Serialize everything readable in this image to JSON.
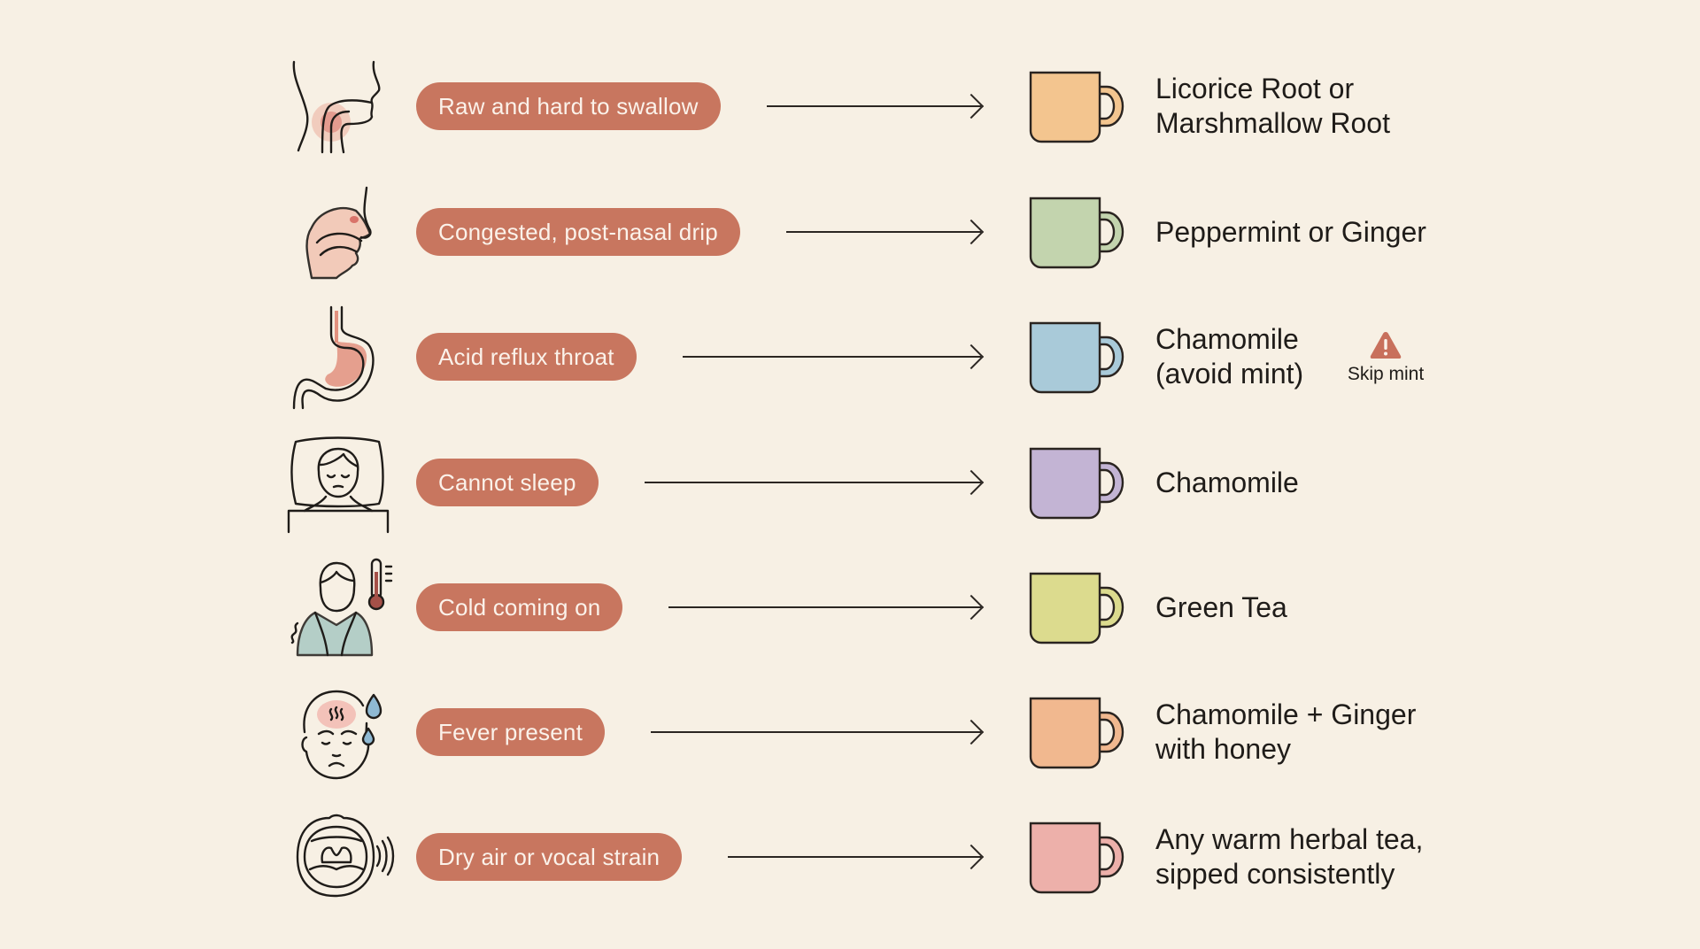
{
  "colors": {
    "background": "#F7F0E4",
    "pill": "#C8765F",
    "pill_text": "#FBF2EA",
    "ink": "#1F1C19",
    "arrow": "#2B2622",
    "warning": "#C8705C"
  },
  "rows": [
    {
      "symptom_icon": "throat-swallow-icon",
      "symptom": "Raw and hard to swallow",
      "mug_color": "#F3C58F",
      "remedy_lines": [
        "Licorice Root or",
        "Marshmallow Root"
      ]
    },
    {
      "symptom_icon": "nasal-congestion-icon",
      "symptom": "Congested, post-nasal drip",
      "mug_color": "#C3D4AE",
      "remedy_lines": [
        "Peppermint or Ginger"
      ]
    },
    {
      "symptom_icon": "stomach-reflux-icon",
      "symptom": "Acid reflux throat",
      "mug_color": "#A9CAD9",
      "remedy_lines": [
        "Chamomile",
        "(avoid mint)"
      ],
      "warning": {
        "icon": "warning-triangle-icon",
        "label": "Skip mint"
      }
    },
    {
      "symptom_icon": "sleepless-person-icon",
      "symptom": "Cannot sleep",
      "mug_color": "#C3B4D4",
      "remedy_lines": [
        "Chamomile"
      ]
    },
    {
      "symptom_icon": "cold-thermometer-icon",
      "symptom": "Cold coming on",
      "mug_color": "#DCDB8E",
      "remedy_lines": [
        "Green Tea"
      ]
    },
    {
      "symptom_icon": "fever-face-icon",
      "symptom": "Fever present",
      "mug_color": "#F1B88F",
      "remedy_lines": [
        "Chamomile + Ginger",
        "with honey"
      ]
    },
    {
      "symptom_icon": "open-mouth-voice-icon",
      "symptom": "Dry air or vocal strain",
      "mug_color": "#EDB0AA",
      "remedy_lines": [
        "Any warm herbal tea,",
        "sipped consistently"
      ]
    }
  ]
}
